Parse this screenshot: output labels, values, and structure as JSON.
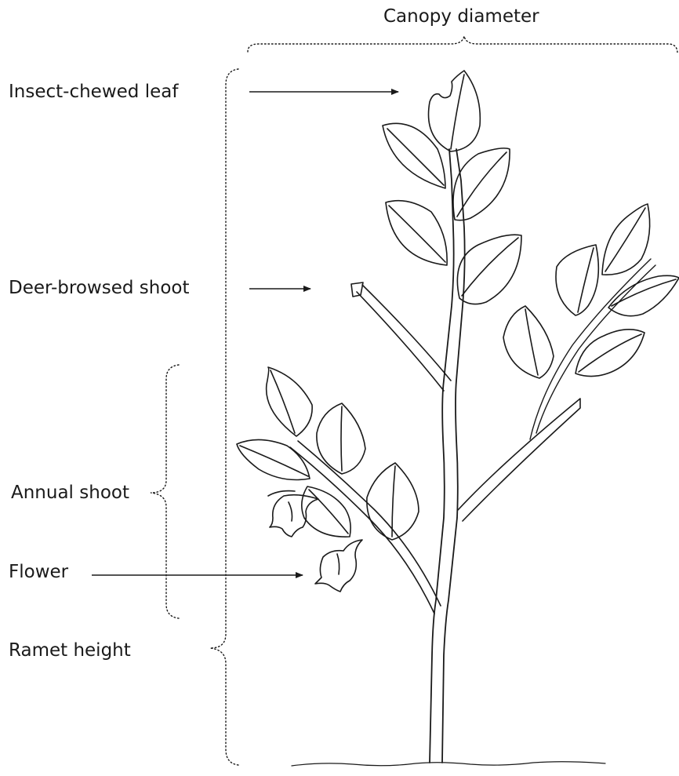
{
  "labels": {
    "canopy_diameter": "Canopy diameter",
    "insect_chewed_leaf": "Insect-chewed leaf",
    "deer_browsed_shoot": "Deer-browsed shoot",
    "annual_shoot": "Annual shoot",
    "flower": "Flower",
    "ramet_height": "Ramet height"
  },
  "colors": {
    "ink": "#1a1a1a",
    "background": "#ffffff"
  }
}
